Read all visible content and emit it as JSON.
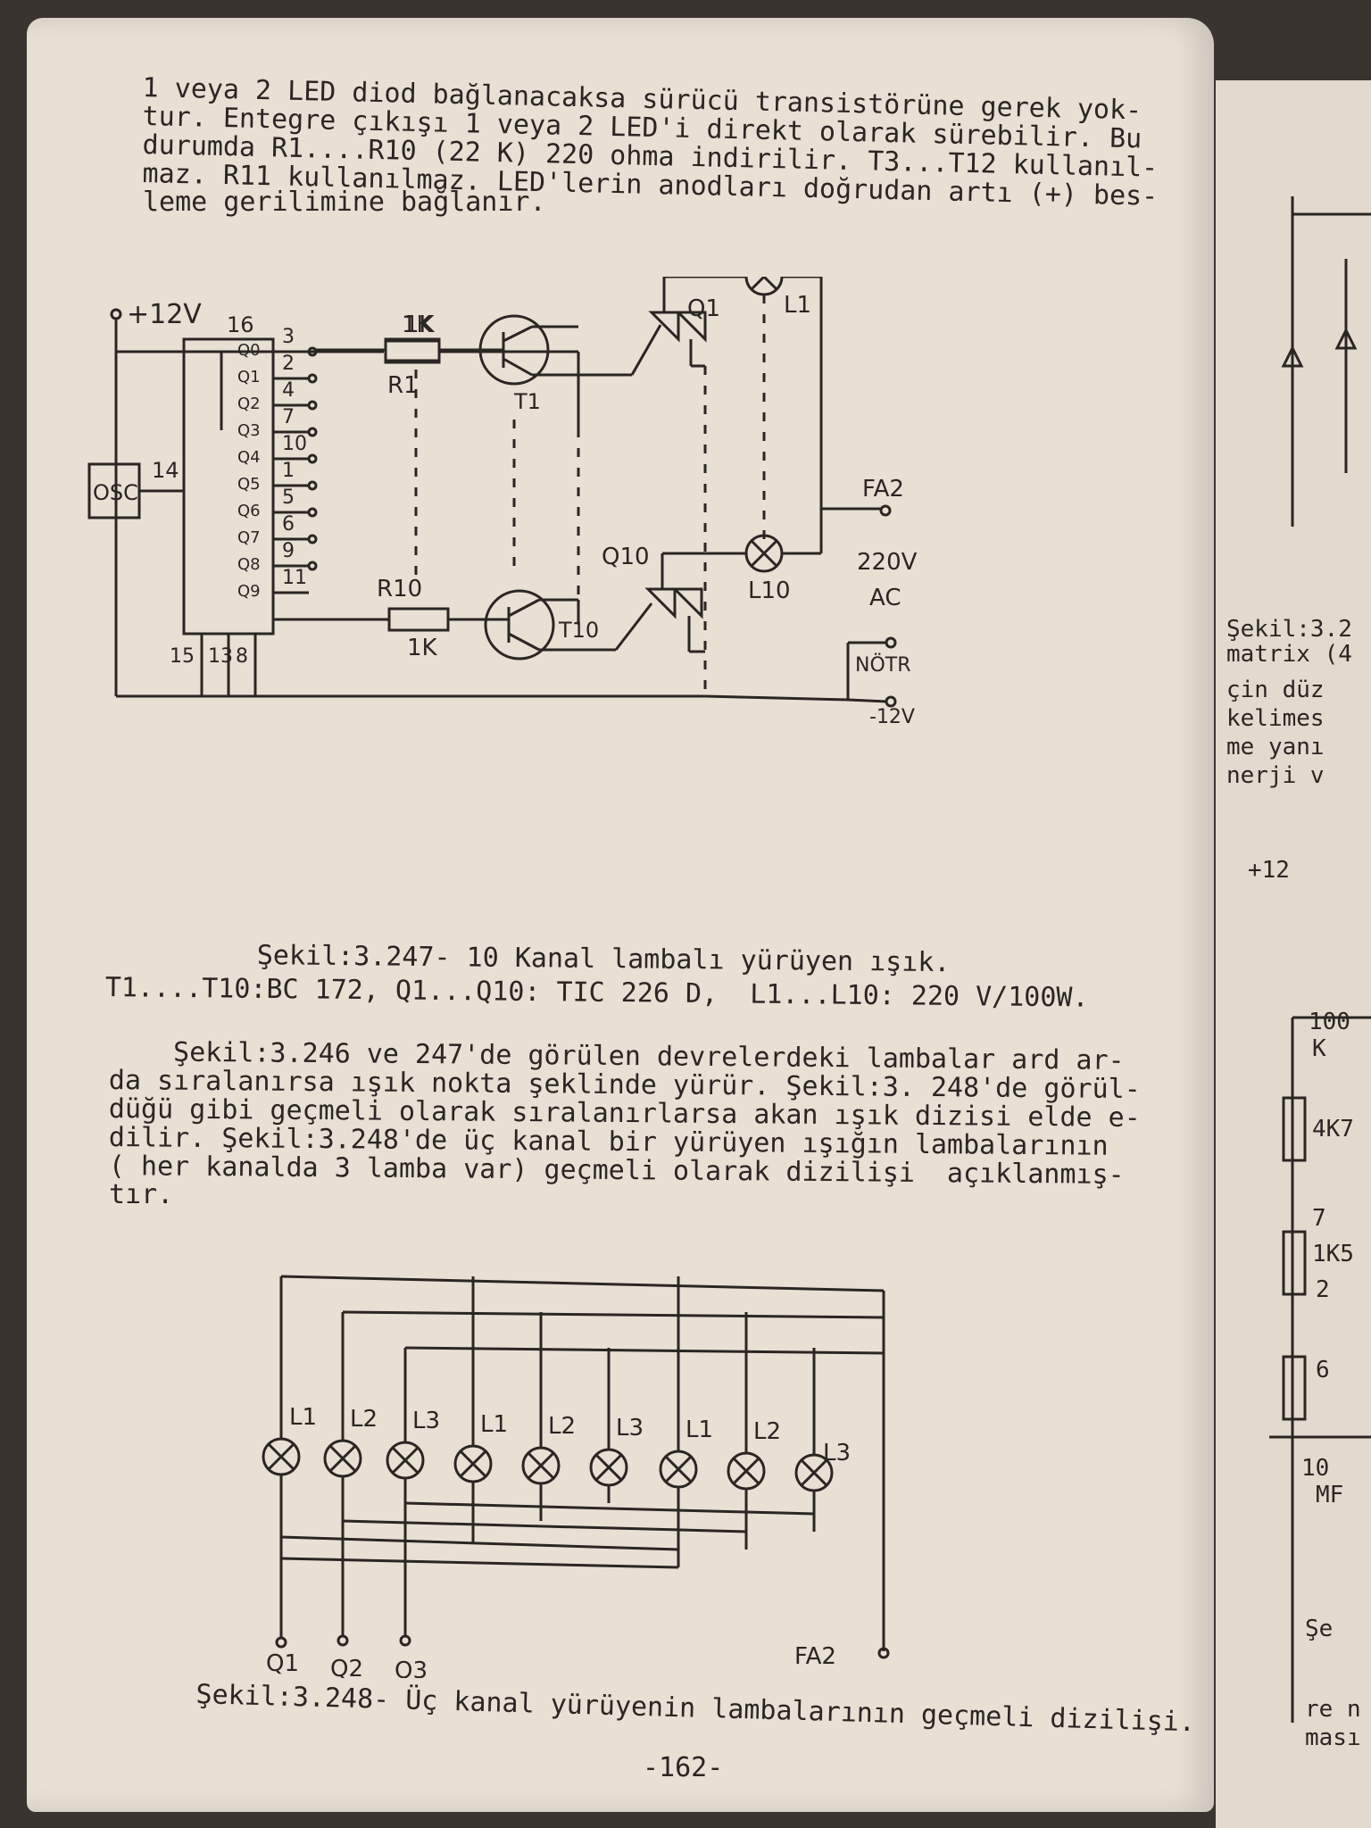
{
  "intro_lines": [
    "1 veya 2 LED diod bağlanacaksa sürücü transistörüne gerek yok-",
    "tur. Entegre çıkışı 1 veya 2 LED'i direkt olarak sürebilir. Bu",
    "durumda R1....R10 (22 K) 220 ohma indirilir. T3...T12 kullanıl-",
    "maz. R11 kullanılmaz. LED'lerin anodları doğrudan artı (+) bes-",
    "leme gerilimine bağlanır."
  ],
  "fig247": {
    "supply_label": "+12V",
    "osc_label": "OSC",
    "osc_pin": "14",
    "pin_vcc": "16",
    "pins_bottom": [
      "15",
      "13",
      "8"
    ],
    "outputs": [
      {
        "q": "Q0",
        "pin": "3"
      },
      {
        "q": "Q1",
        "pin": "2"
      },
      {
        "q": "Q2",
        "pin": "4"
      },
      {
        "q": "Q3",
        "pin": "7"
      },
      {
        "q": "Q4",
        "pin": "10"
      },
      {
        "q": "Q5",
        "pin": "1"
      },
      {
        "q": "Q6",
        "pin": "5"
      },
      {
        "q": "Q7",
        "pin": "6"
      },
      {
        "q": "Q8",
        "pin": "9"
      },
      {
        "q": "Q9",
        "pin": "11"
      }
    ],
    "r_top": "1K",
    "r1_value": "1K",
    "r1_label": "R1",
    "r10_label": "R10",
    "r10_value": "1K",
    "t1_label": "T1",
    "t10_label": "T10",
    "q1_label": "Q1",
    "q10_label": "Q10",
    "l1_label": "L1",
    "l10_label": "L10",
    "fa2": "FA2",
    "ac_line1": "220V",
    "ac_line2": "AC",
    "notr": "NÖTR",
    "neg": "-12V"
  },
  "caption247_line1": "Şekil:3.247- 10 Kanal lambalı yürüyen ışık.",
  "caption247_line2": "T1....T10:BC 172, Q1...Q10: TIC 226 D,  L1...L10: 220 V/100W.",
  "body_lines": [
    "    Şekil:3.246 ve 247'de görülen devrelerdeki lambalar ard ar-",
    "da sıralanırsa ışık nokta şeklinde yürür. Şekil:3. 248'de görül-",
    "düğü gibi geçmeli olarak sıralanırlarsa akan ışık dizisi elde e-",
    "dilir. Şekil:3.248'de üç kanal bir yürüyen ışığın lambalarının",
    "( her kanalda 3 lamba var) geçmeli olarak dizilişi  açıklanmış-",
    "tır."
  ],
  "fig248": {
    "lamps": [
      "L1",
      "L2",
      "L3",
      "L1",
      "L2",
      "L3",
      "L1",
      "L2",
      "L3"
    ],
    "inputs": [
      "Q1",
      "Q2",
      "Q3"
    ],
    "fa2": "FA2"
  },
  "caption248": "Şekil:3.248- Üç kanal yürüyenin lambalarının geçmeli dizilişi.",
  "page_number": "-162-",
  "right_page": {
    "caption_lines": [
      "Şekil:3.2",
      "matrix (4"
    ],
    "text_lines": [
      "çin düz",
      "kelimes",
      "me yanı",
      "nerji v"
    ],
    "supply": "+12",
    "labels": [
      "100",
      "K",
      "4K7",
      "7",
      "1K5",
      "2",
      "6",
      "10",
      "MF"
    ],
    "bottom_lines": [
      "Şe",
      "re n",
      "ması"
    ]
  }
}
